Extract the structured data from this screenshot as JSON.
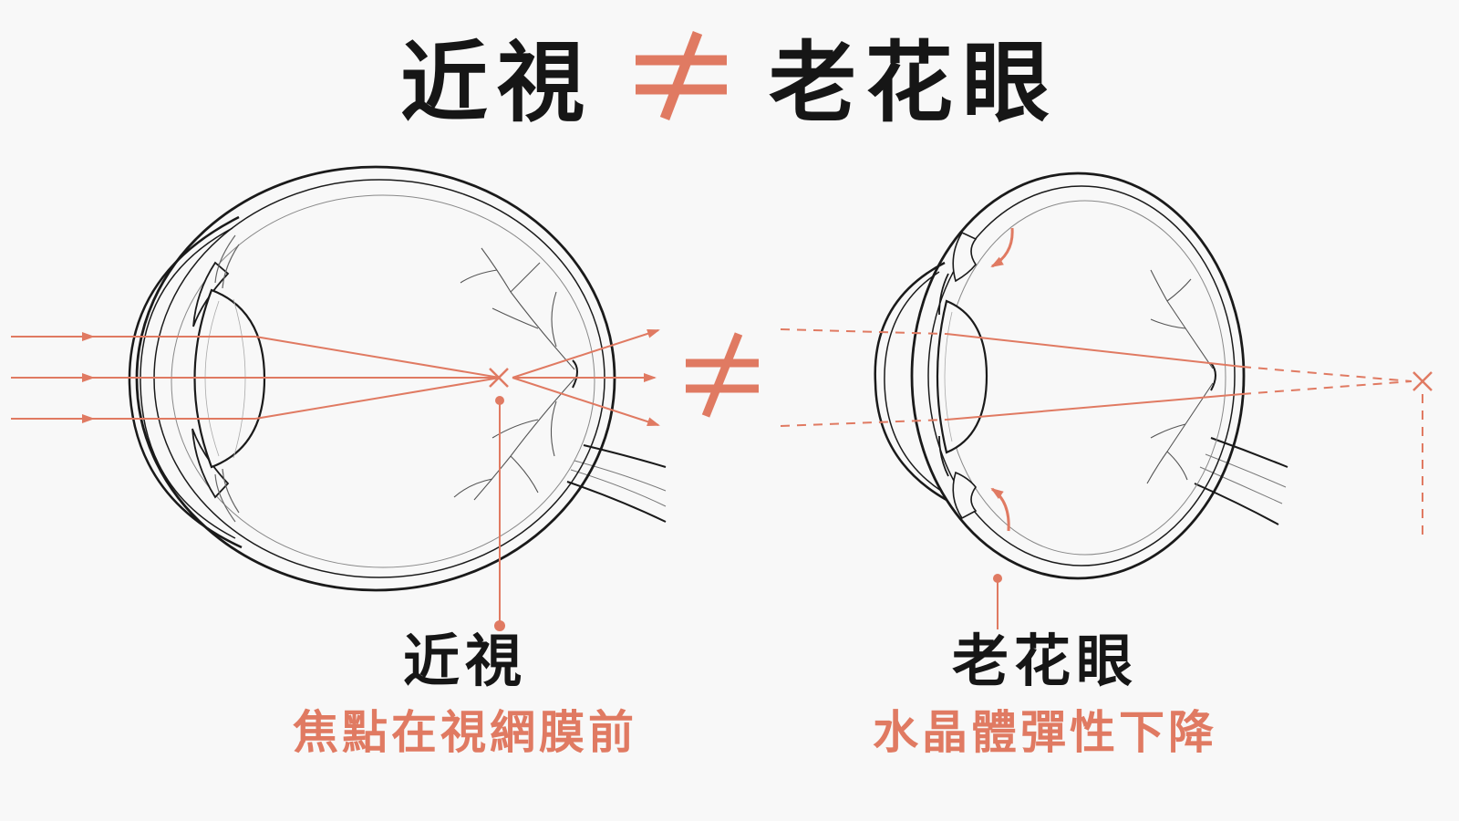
{
  "title": {
    "left": "近視",
    "right": "老花眼"
  },
  "labels": {
    "myopia": {
      "title": "近視",
      "subtitle": "焦點在視網膜前"
    },
    "presbyopia": {
      "title": "老花眼",
      "subtitle": "水晶體彈性下降"
    }
  },
  "colors": {
    "accent": "#e07a62",
    "ink": "#161616",
    "background": "#f8f8f8"
  },
  "icons": [
    "not-equal-sign",
    "focus-cross-mark",
    "contraction-arrow"
  ]
}
